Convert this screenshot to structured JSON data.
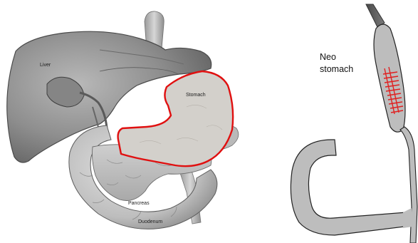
{
  "left_panel": {
    "labels": {
      "liver": "Liver",
      "stomach": "Stomach",
      "pancreas": "Pancreas",
      "duodenum": "Duodenum"
    }
  },
  "right_panel": {
    "label_line1": "Neo",
    "label_line2": "stomach"
  },
  "colors": {
    "outline_highlight": "#e01010",
    "staple_line": "#e02020",
    "organ_gray": "#bdbdbd",
    "stomach_fill": "#d3d0cb"
  }
}
